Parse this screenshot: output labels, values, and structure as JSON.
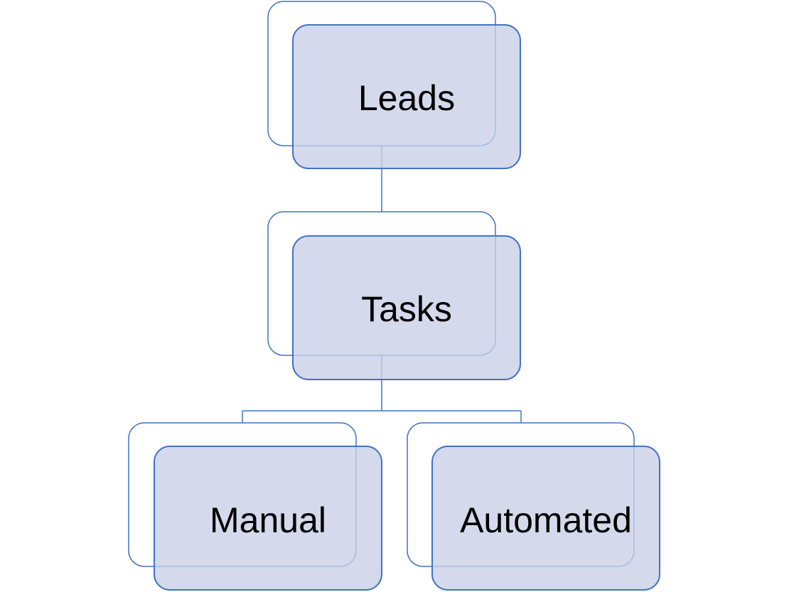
{
  "diagram": {
    "type": "hierarchy",
    "nodes": {
      "leads": {
        "label": "Leads"
      },
      "tasks": {
        "label": "Tasks"
      },
      "manual": {
        "label": "Manual"
      },
      "automated": {
        "label": "Automated"
      }
    },
    "edges": [
      {
        "from": "leads",
        "to": "tasks"
      },
      {
        "from": "tasks",
        "to": "manual"
      },
      {
        "from": "tasks",
        "to": "automated"
      }
    ],
    "colors": {
      "outline": "#4472c4",
      "fill": "#c8cfe7",
      "text": "#000000",
      "background": "#ffffff"
    }
  }
}
